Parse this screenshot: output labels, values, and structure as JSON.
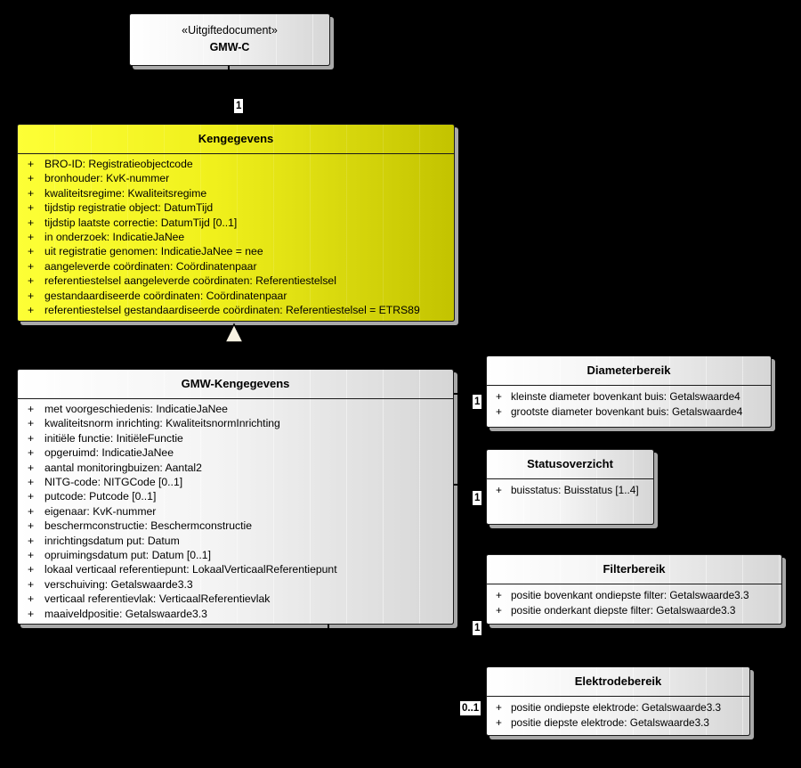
{
  "colors": {
    "background": "#000000",
    "class_fill_yellow_left": "#fdff36",
    "class_fill_yellow_right": "#c3c300",
    "class_fill_gray_left": "#ffffff",
    "class_fill_gray_right": "#d6d6d6",
    "shadow": "#a9a9a9",
    "border": "#1b1b1b",
    "text": "#000000",
    "multiplicity_label_bg": "#ffffff"
  },
  "classes": {
    "document": {
      "stereotype": "«Uitgiftedocument»",
      "name": "GMW-C"
    },
    "kengegevens": {
      "title": "Kengegevens",
      "attributes": [
        {
          "vis": "+",
          "text": "BRO-ID: Registratieobjectcode"
        },
        {
          "vis": "+",
          "text": "bronhouder: KvK-nummer"
        },
        {
          "vis": "+",
          "text": "kwaliteitsregime: Kwaliteitsregime"
        },
        {
          "vis": "+",
          "text": "tijdstip registratie object: DatumTijd"
        },
        {
          "vis": "+",
          "text": "tijdstip laatste correctie: DatumTijd [0..1]"
        },
        {
          "vis": "+",
          "text": "in onderzoek: IndicatieJaNee"
        },
        {
          "vis": "+",
          "text": "uit registratie genomen: IndicatieJaNee = nee"
        },
        {
          "vis": "+",
          "text": "aangeleverde coördinaten: Coördinatenpaar"
        },
        {
          "vis": "+",
          "text": "referentiestelsel aangeleverde coördinaten: Referentiestelsel"
        },
        {
          "vis": "+",
          "text": "gestandaardiseerde coördinaten: Coördinatenpaar"
        },
        {
          "vis": "+",
          "text": "referentiestelsel gestandaardiseerde coördinaten: Referentiestelsel = ETRS89"
        }
      ]
    },
    "gmw_kengegevens": {
      "title": "GMW-Kengegevens",
      "attributes": [
        {
          "vis": "+",
          "text": "met voorgeschiedenis: IndicatieJaNee"
        },
        {
          "vis": "+",
          "text": "kwaliteitsnorm inrichting: KwaliteitsnormInrichting"
        },
        {
          "vis": "+",
          "text": "initiële functie: InitiëleFunctie"
        },
        {
          "vis": "+",
          "text": "opgeruimd: IndicatieJaNee"
        },
        {
          "vis": "+",
          "text": "aantal monitoringbuizen: Aantal2"
        },
        {
          "vis": "+",
          "text": "NITG-code: NITGCode [0..1]"
        },
        {
          "vis": "+",
          "text": "putcode: Putcode [0..1]"
        },
        {
          "vis": "+",
          "text": "eigenaar: KvK-nummer"
        },
        {
          "vis": "+",
          "text": "beschermconstructie: Beschermconstructie"
        },
        {
          "vis": "+",
          "text": "inrichtingsdatum put: Datum"
        },
        {
          "vis": "+",
          "text": "opruimingsdatum put: Datum [0..1]"
        },
        {
          "vis": "+",
          "text": "lokaal verticaal referentiepunt: LokaalVerticaalReferentiepunt"
        },
        {
          "vis": "+",
          "text": "verschuiving: Getalswaarde3.3"
        },
        {
          "vis": "+",
          "text": "verticaal referentievlak: VerticaalReferentievlak"
        },
        {
          "vis": "+",
          "text": "maaiveldpositie: Getalswaarde3.3"
        }
      ]
    },
    "diameterbereik": {
      "title": "Diameterbereik",
      "attributes": [
        {
          "vis": "+",
          "text": "kleinste diameter bovenkant buis: Getalswaarde4"
        },
        {
          "vis": "+",
          "text": "grootste diameter bovenkant buis: Getalswaarde4"
        }
      ]
    },
    "statusoverzicht": {
      "title": "Statusoverzicht",
      "attributes": [
        {
          "vis": "+",
          "text": "buisstatus: Buisstatus [1..4]"
        }
      ]
    },
    "filterbereik": {
      "title": "Filterbereik",
      "attributes": [
        {
          "vis": "+",
          "text": "positie bovenkant ondiepste filter: Getalswaarde3.3"
        },
        {
          "vis": "+",
          "text": "positie onderkant diepste filter: Getalswaarde3.3"
        }
      ]
    },
    "elektrodebereik": {
      "title": "Elektrodebereik",
      "attributes": [
        {
          "vis": "+",
          "text": "positie ondiepste elektrode: Getalswaarde3.3"
        },
        {
          "vis": "+",
          "text": "positie diepste elektrode: Getalswaarde3.3"
        }
      ]
    }
  },
  "multiplicities": {
    "document_to_kengegevens": "1",
    "diameterbereik": "1",
    "statusoverzicht": "1",
    "filterbereik": "1",
    "elektrodebereik": "0..1"
  }
}
